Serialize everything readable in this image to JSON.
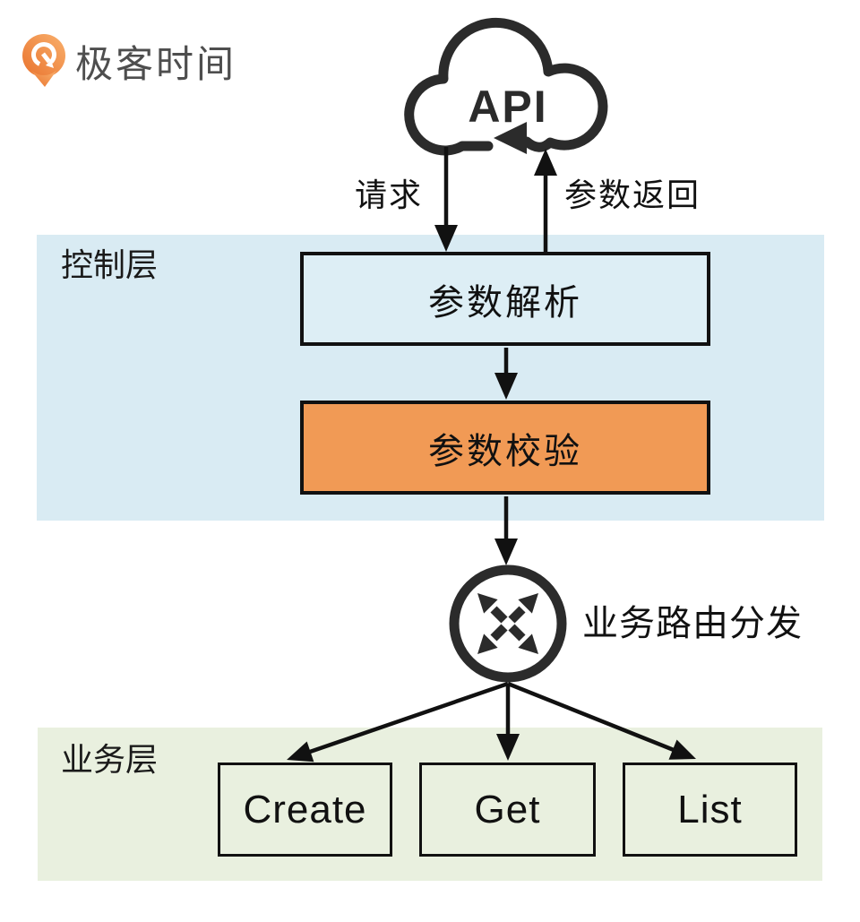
{
  "logo": {
    "brand": "极客时间"
  },
  "cloud": {
    "label": "API"
  },
  "edges": {
    "request_label": "请求",
    "return_label": "参数返回"
  },
  "control_layer": {
    "label": "控制层",
    "boxes": [
      {
        "label": "参数解析"
      },
      {
        "label": "参数校验"
      }
    ]
  },
  "router": {
    "label": "业务路由分发"
  },
  "business_layer": {
    "label": "业务层",
    "boxes": [
      {
        "label": "Create"
      },
      {
        "label": "Get"
      },
      {
        "label": "List"
      }
    ]
  },
  "colors": {
    "control_bg": "#d9ebf3",
    "parse_box_bg": "#ddeef5",
    "validate_box_bg": "#f19a55",
    "business_bg": "#e9f0df",
    "line_black": "#111111",
    "icon_dark": "#2b2b2b",
    "brand_orange": "#ee7b2d"
  }
}
